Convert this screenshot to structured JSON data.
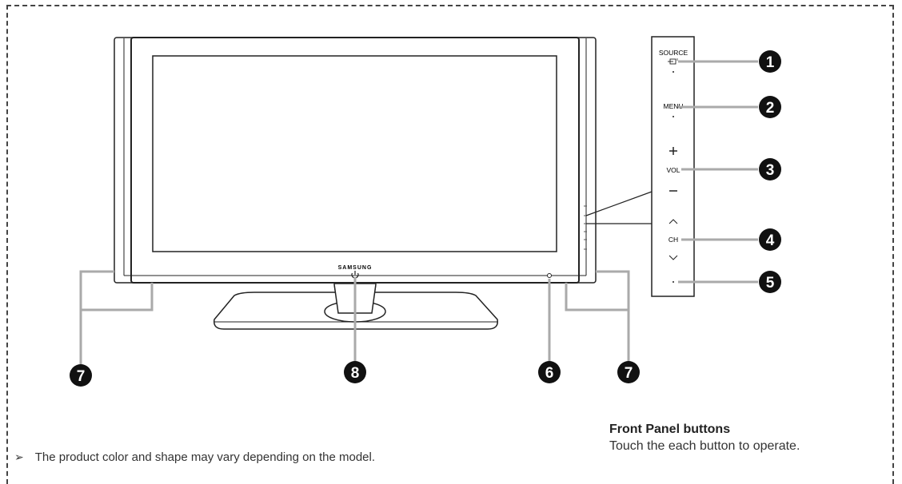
{
  "brand_logo": "SAMSUNG",
  "panel_labels": {
    "source": "SOURCE",
    "menu": "MENU",
    "vol": "VOL",
    "ch": "CH"
  },
  "callouts": [
    "1",
    "2",
    "3",
    "4",
    "5",
    "6",
    "7",
    "8"
  ],
  "caption": {
    "title": "Front Panel buttons",
    "body": "Touch the each button to operate."
  },
  "note": {
    "marker": "➢",
    "text": "The product color and shape may vary depending on the model."
  }
}
